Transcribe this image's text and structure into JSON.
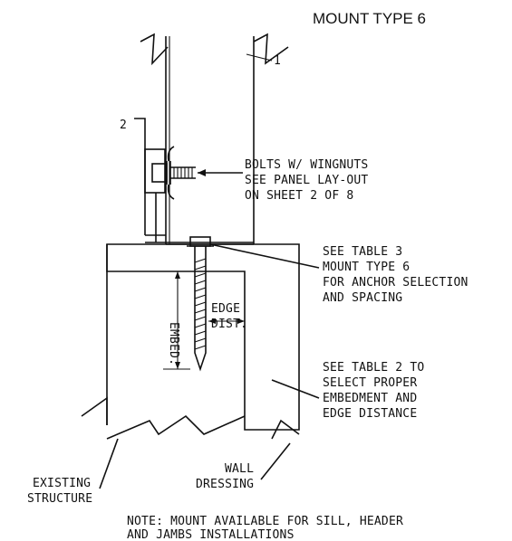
{
  "title": "MOUNT TYPE 6",
  "callouts": {
    "panel": "1",
    "clip": "2"
  },
  "notes": {
    "bolts": [
      "BOLTS W/ WINGNUTS",
      "SEE PANEL LAY-OUT",
      "ON SHEET 2 OF 8"
    ],
    "table3": [
      "SEE TABLE 3",
      "MOUNT TYPE 6",
      "FOR ANCHOR SELECTION",
      "AND SPACING"
    ],
    "table2": [
      "SEE TABLE 2 TO",
      "SELECT PROPER",
      "EMBEDMENT AND",
      "EDGE DISTANCE"
    ],
    "embed": "EMBED.",
    "edge": [
      "EDGE",
      "DIST."
    ],
    "existing": [
      "EXISTING",
      "STRUCTURE"
    ],
    "wall": [
      "WALL",
      "DRESSING"
    ],
    "footer": [
      "NOTE: MOUNT AVAILABLE FOR SILL, HEADER",
      "AND JAMBS INSTALLATIONS"
    ]
  }
}
